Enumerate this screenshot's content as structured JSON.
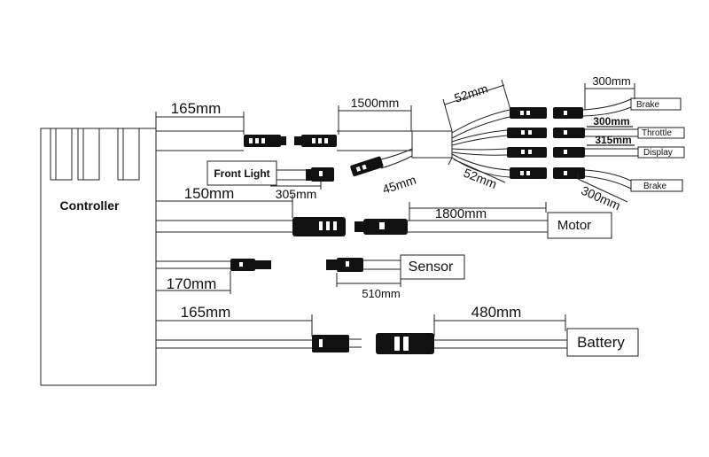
{
  "components": {
    "controller": "Controller",
    "front_light": "Front Light",
    "motor": "Motor",
    "sensor": "Sensor",
    "battery": "Battery",
    "brake_top": "Brake",
    "throttle": "Throttle",
    "display": "Display",
    "brake_bottom": "Brake"
  },
  "dimensions": {
    "main_cable": "165mm",
    "extension": "1500mm",
    "branch_top": "52mm",
    "branch_bottom": "52mm",
    "short_lead": "45mm",
    "brake_top": "300mm",
    "throttle": "300mm",
    "display": "315mm",
    "brake_bottom": "300mm",
    "front_light": "305mm",
    "motor_out": "150mm",
    "motor_cable": "1800mm",
    "sensor_out": "170mm",
    "sensor_cable": "510mm",
    "battery_out": "165mm",
    "battery_cable": "480mm"
  }
}
